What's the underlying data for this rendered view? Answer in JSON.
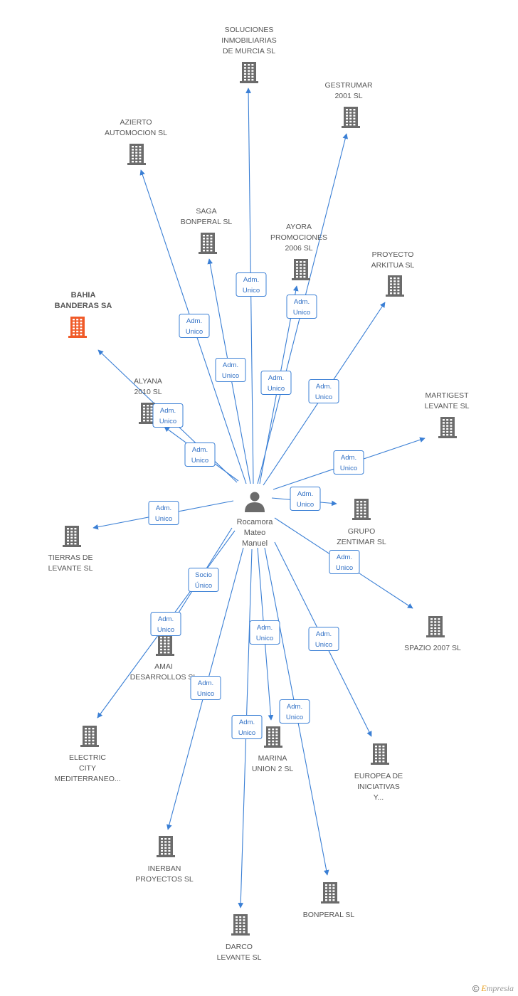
{
  "colors": {
    "edge": "#3a7fd5",
    "building": "#6b6b6b",
    "highlight": "#f05a28",
    "person": "#6b6b6b"
  },
  "center": {
    "icon": "person-icon",
    "lines": [
      "Rocamora",
      "Mateo",
      "Manuel"
    ]
  },
  "nodes": [
    {
      "id": "soluciones",
      "lines": [
        "SOLUCIONES",
        "INMOBILIARIAS",
        "DE MURCIA SL"
      ],
      "label_pos": "above",
      "highlight": false
    },
    {
      "id": "gestrumar",
      "lines": [
        "GESTRUMAR",
        "2001 SL"
      ],
      "label_pos": "above",
      "highlight": false
    },
    {
      "id": "azierto",
      "lines": [
        "AZIERTO",
        "AUTOMOCION SL"
      ],
      "label_pos": "above",
      "highlight": false
    },
    {
      "id": "saga",
      "lines": [
        "SAGA",
        "BONPERAL SL"
      ],
      "label_pos": "above",
      "highlight": false
    },
    {
      "id": "ayora",
      "lines": [
        "AYORA",
        "PROMOCIONES",
        "2006 SL"
      ],
      "label_pos": "above",
      "highlight": false
    },
    {
      "id": "proyecto",
      "lines": [
        "PROYECTO",
        "ARKITUA SL"
      ],
      "label_pos": "above",
      "highlight": false
    },
    {
      "id": "bahia",
      "lines": [
        "BAHIA",
        "BANDERAS SA"
      ],
      "label_pos": "above",
      "highlight": true
    },
    {
      "id": "alyana",
      "lines": [
        "ALYANA",
        "2010 SL"
      ],
      "label_pos": "above",
      "highlight": false
    },
    {
      "id": "martigest",
      "lines": [
        "MARTIGEST",
        "LEVANTE SL"
      ],
      "label_pos": "above",
      "highlight": false
    },
    {
      "id": "grupo",
      "lines": [
        "GRUPO",
        "ZENTIMAR SL"
      ],
      "label_pos": "below",
      "highlight": false
    },
    {
      "id": "tierras",
      "lines": [
        "TIERRAS DE",
        "LEVANTE SL"
      ],
      "label_pos": "below",
      "highlight": false
    },
    {
      "id": "spazio",
      "lines": [
        "SPAZIO 2007 SL"
      ],
      "label_pos": "below",
      "highlight": false
    },
    {
      "id": "amai",
      "lines": [
        "AMAI",
        "DESARROLLOS SL"
      ],
      "label_pos": "below",
      "highlight": false
    },
    {
      "id": "electric",
      "lines": [
        "ELECTRIC",
        "CITY",
        "MEDITERRANEO..."
      ],
      "label_pos": "below",
      "highlight": false
    },
    {
      "id": "marina",
      "lines": [
        "MARINA",
        "UNION 2 SL"
      ],
      "label_pos": "below",
      "highlight": false
    },
    {
      "id": "europea",
      "lines": [
        "EUROPEA DE",
        "INICIATIVAS",
        "Y..."
      ],
      "label_pos": "below",
      "highlight": false
    },
    {
      "id": "inerban",
      "lines": [
        "INERBAN",
        "PROYECTOS SL"
      ],
      "label_pos": "below",
      "highlight": false
    },
    {
      "id": "bonperal",
      "lines": [
        "BONPERAL SL"
      ],
      "label_pos": "below",
      "highlight": false
    },
    {
      "id": "darco",
      "lines": [
        "DARCO",
        "LEVANTE SL"
      ],
      "label_pos": "below",
      "highlight": false
    }
  ],
  "edges": [
    {
      "to": "soluciones",
      "lines": [
        "Adm.",
        "Unico"
      ]
    },
    {
      "to": "gestrumar",
      "lines": [
        "Adm.",
        "Unico"
      ]
    },
    {
      "to": "azierto",
      "lines": [
        "Adm.",
        "Unico"
      ]
    },
    {
      "to": "saga",
      "lines": [
        "Adm.",
        "Unico"
      ]
    },
    {
      "to": "ayora",
      "lines": [
        "Adm.",
        "Unico"
      ]
    },
    {
      "to": "proyecto",
      "lines": [
        "Adm.",
        "Unico"
      ]
    },
    {
      "to": "bahia",
      "lines": [
        "Adm.",
        "Unico"
      ]
    },
    {
      "to": "alyana",
      "lines": [
        "Adm.",
        "Unico"
      ]
    },
    {
      "to": "martigest",
      "lines": [
        "Adm.",
        "Unico"
      ]
    },
    {
      "to": "grupo",
      "lines": [
        "Adm.",
        "Unico"
      ]
    },
    {
      "to": "tierras",
      "lines": [
        "Adm.",
        "Unico"
      ]
    },
    {
      "to": "spazio",
      "lines": [
        "Adm.",
        "Unico"
      ]
    },
    {
      "to": "amai",
      "lines": [
        "Socio",
        "Único"
      ]
    },
    {
      "to": "electric",
      "lines": [
        "Adm.",
        "Unico"
      ]
    },
    {
      "to": "marina",
      "lines": [
        "Adm.",
        "Unico"
      ]
    },
    {
      "to": "europea",
      "lines": [
        "Adm.",
        "Unico"
      ]
    },
    {
      "to": "inerban",
      "lines": [
        "Adm.",
        "Unico"
      ]
    },
    {
      "to": "bonperal",
      "lines": [
        "Adm.",
        "Unico"
      ]
    },
    {
      "to": "darco",
      "lines": [
        "Adm.",
        "Unico"
      ]
    }
  ],
  "footer": {
    "copyright": "©",
    "brand_initial": "E",
    "brand_rest": "mpresia"
  }
}
